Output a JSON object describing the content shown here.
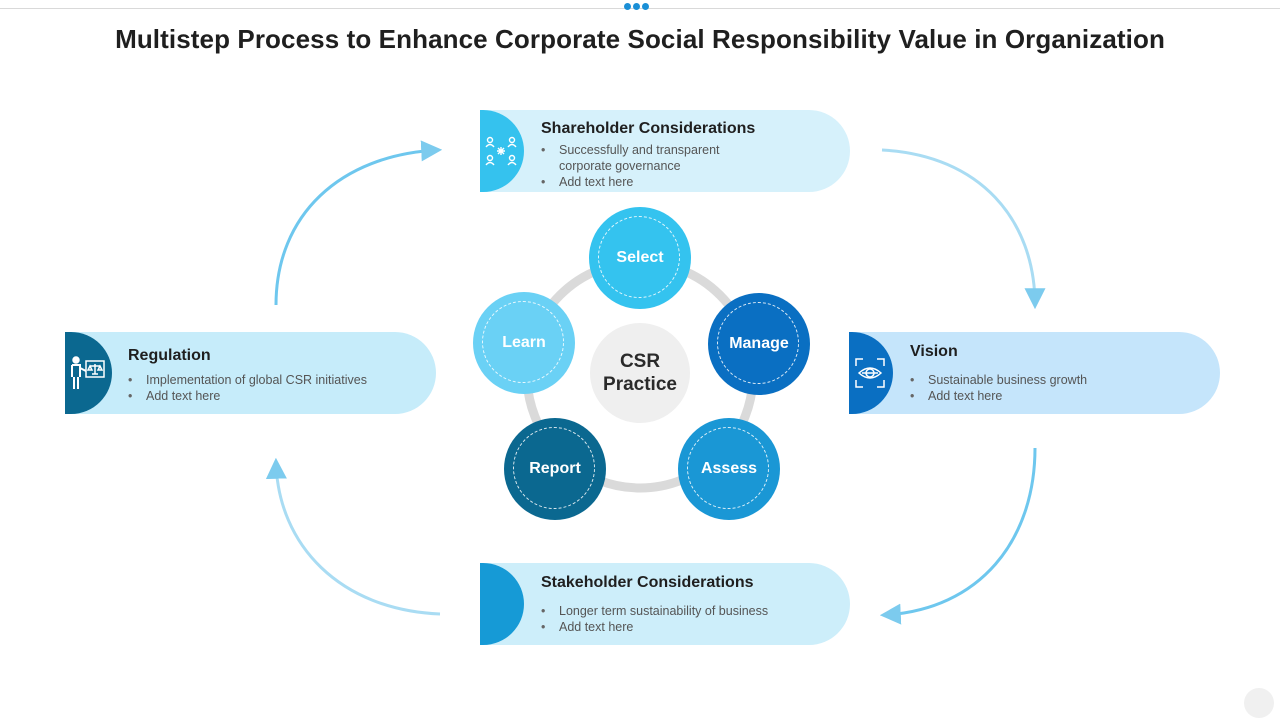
{
  "title": "Multistep Process to Enhance Corporate Social Responsibility Value in Organization",
  "center": {
    "line1": "CSR",
    "line2": "Practice"
  },
  "cycle_nodes": [
    {
      "label": "Select",
      "color": "#34c3ef"
    },
    {
      "label": "Manage",
      "color": "#0a6fc2"
    },
    {
      "label": "Assess",
      "color": "#1a97d5"
    },
    {
      "label": "Report",
      "color": "#0b6890"
    },
    {
      "label": "Learn",
      "color": "#6ad1f5"
    }
  ],
  "cards": {
    "shareholder": {
      "title": "Shareholder Considerations",
      "bullets": [
        "Successfully and transparent",
        "corporate governance",
        "Add text here"
      ],
      "icon": "people-network-icon",
      "accent": "#35c2ee",
      "background": "#d6f1fb"
    },
    "vision": {
      "title": "Vision",
      "bullets": [
        "Sustainable business growth",
        "Add text here"
      ],
      "icon": "eye-scan-icon",
      "accent": "#0a6fc2",
      "background": "#c5e5fb"
    },
    "stakeholder": {
      "title": "Stakeholder Considerations",
      "bullets": [
        "Longer term sustainability of business",
        "Add text here"
      ],
      "icon": "none",
      "accent": "#169ad6",
      "background": "#cdeefa"
    },
    "regulation": {
      "title": "Regulation",
      "bullets": [
        "Implementation of global CSR initiatives",
        "Add text here"
      ],
      "icon": "presenter-scales-icon",
      "accent": "#0b6890",
      "background": "#c6ecfa"
    }
  }
}
